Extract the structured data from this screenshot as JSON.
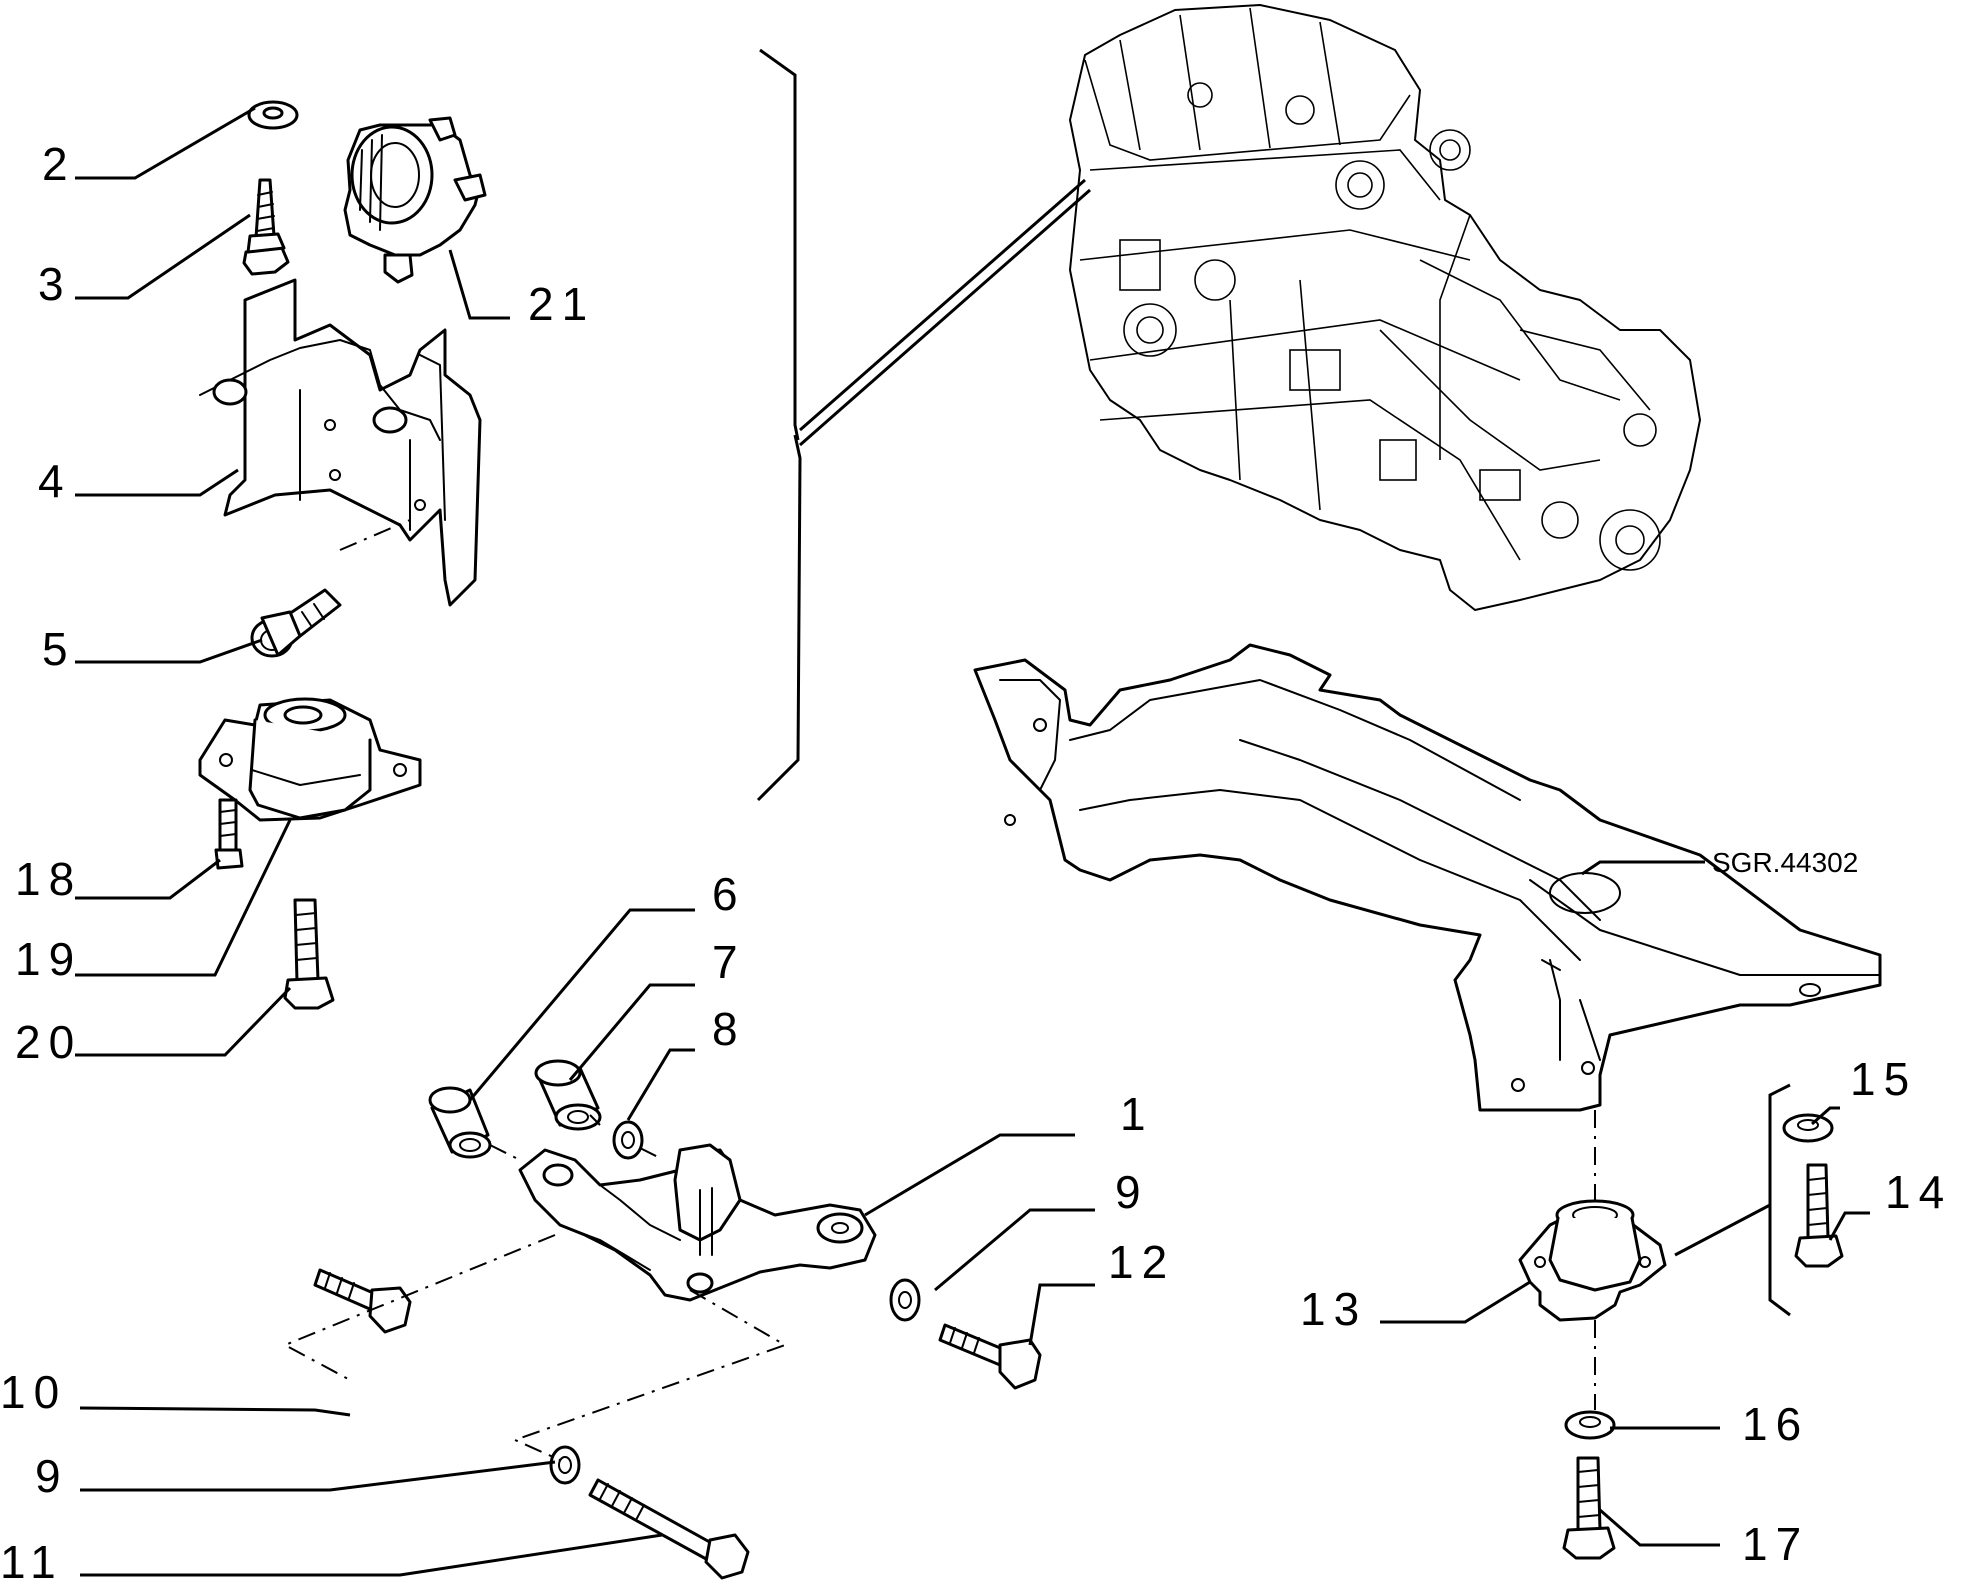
{
  "drawing": {
    "reference_code": "SGR.44302"
  },
  "callouts": {
    "c1": "1",
    "c2": "2",
    "c3": "3",
    "c4": "4",
    "c5": "5",
    "c6": "6",
    "c7": "7",
    "c8": "8",
    "c9a": "9",
    "c9b": "9",
    "c10": "10",
    "c11": "11",
    "c12": "12",
    "c13": "13",
    "c14": "14",
    "c15": "15",
    "c16": "16",
    "c17": "17",
    "c18": "18",
    "c19": "19",
    "c20": "20",
    "c21": "21"
  }
}
